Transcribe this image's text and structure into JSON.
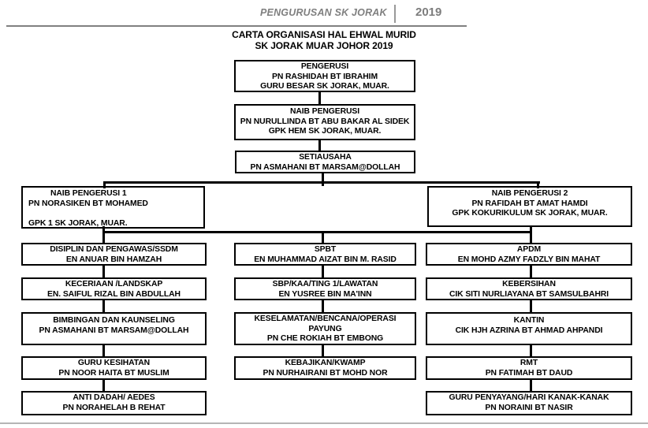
{
  "page_header": {
    "running_title": "PENGURUSAN SK JORAK",
    "year": "2019"
  },
  "document_title": {
    "line1": "CARTA ORGANISASI HAL EHWAL MURID",
    "line2": "SK JORAK MUAR JOHOR 2019"
  },
  "chain": {
    "pengerusi": {
      "lines": [
        "PENGERUSI",
        "PN RASHIDAH BT IBRAHIM",
        "GURU BESAR SK JORAK, MUAR."
      ]
    },
    "naib_pengerusi": {
      "lines": [
        "NAIB PENGERUSI",
        "PN NURULLINDA BT ABU BAKAR AL SIDEK",
        "GPK HEM SK JORAK, MUAR."
      ]
    },
    "setiausaha": {
      "lines": [
        "SETIAUSAHA",
        "PN ASMAHANI BT MARSAM@DOLLAH"
      ]
    },
    "naib_pengerusi_1": {
      "lines": [
        "NAIB PENGERUSI 1",
        "PN NORASIKEN BT MOHAMED",
        "",
        "GPK 1 SK JORAK, MUAR."
      ]
    },
    "naib_pengerusi_2": {
      "lines": [
        "NAIB PENGERUSI 2",
        "PN RAFIDAH BT AMAT HAMDI",
        "GPK KOKURIKULUM SK JORAK, MUAR."
      ]
    }
  },
  "columns": {
    "left": [
      {
        "lines": [
          "DISIPLIN DAN PENGAWAS/SSDM",
          "EN ANUAR BIN HAMZAH"
        ]
      },
      {
        "lines": [
          "KECERIAAN /LANDSKAP",
          "EN. SAIFUL RIZAL BIN ABDULLAH"
        ]
      },
      {
        "lines": [
          "BIMBINGAN DAN KAUNSELING",
          "PN ASMAHANI BT MARSAM@DOLLAH"
        ]
      },
      {
        "lines": [
          "GURU KESIHATAN",
          "PN NOOR HAITA BT MUSLIM"
        ]
      },
      {
        "lines": [
          "ANTI DADAH/ AEDES",
          "PN NORAHELAH B REHAT"
        ]
      }
    ],
    "middle": [
      {
        "lines": [
          "SPBT",
          "EN MUHAMMAD AIZAT BIN M. RASID"
        ]
      },
      {
        "lines": [
          "SBP/KAA/TING 1/LAWATAN",
          "EN YUSREE BIN MA'INN"
        ]
      },
      {
        "lines": [
          "KESELAMATAN/BENCANA/OPERASI",
          "PAYUNG",
          "PN CHE ROKIAH BT EMBONG"
        ]
      },
      {
        "lines": [
          "KEBAJIKAN/KWAMP",
          "PN NURHAIRANI BT MOHD NOR"
        ]
      }
    ],
    "right": [
      {
        "lines": [
          "APDM",
          "EN MOHD AZMY FADZLY BIN MAHAT"
        ]
      },
      {
        "lines": [
          "KEBERSIHAN",
          "CIK SITI NURLIAYANA BT SAMSULBAHRI"
        ]
      },
      {
        "lines": [
          "KANTIN",
          "CIK HJH AZRINA BT AHMAD AHPANDI"
        ]
      },
      {
        "lines": [
          "RMT",
          "PN FATIMAH BT DAUD"
        ]
      },
      {
        "lines": [
          "GURU PENYAYANG/HARI KANAK-KANAK",
          "PN NORAINI BT NASIR"
        ]
      }
    ]
  },
  "colors": {
    "background": "#ffffff",
    "box_border": "#000000",
    "text": "#000000",
    "header_text": "#7f7f7f",
    "header_rule": "#808080",
    "bottom_rule": "#b5b5b5"
  }
}
